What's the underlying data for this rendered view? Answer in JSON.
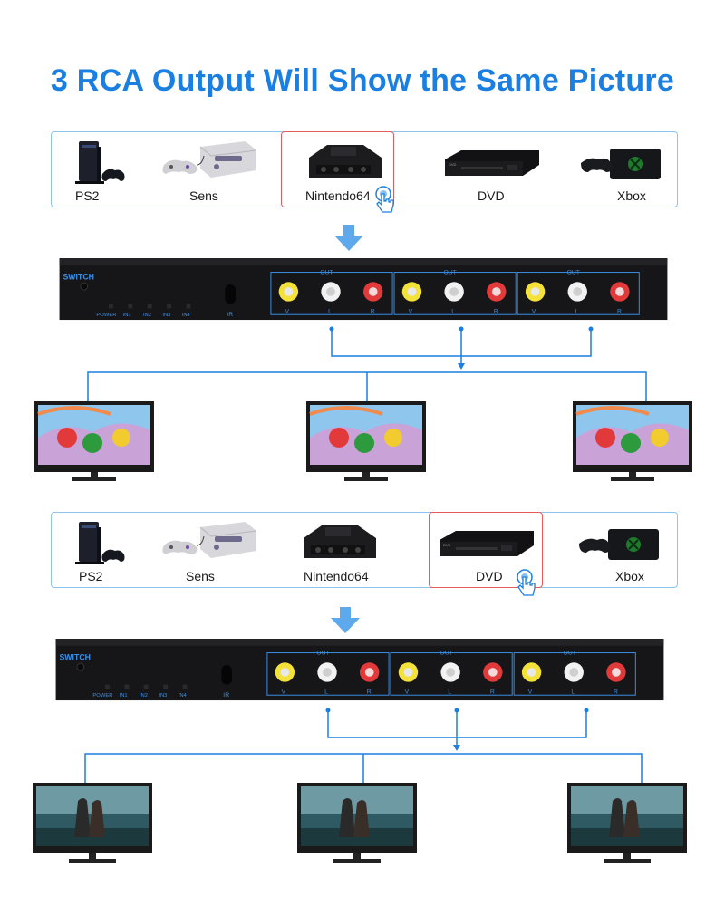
{
  "title": "3 RCA Output Will Show the Same Picture",
  "panels": [
    {
      "sources": [
        {
          "label": "PS2",
          "icon": "ps2-console-icon"
        },
        {
          "label": "Sens",
          "icon": "snes-console-icon"
        },
        {
          "label": "Nintendo64",
          "icon": "n64-console-icon"
        },
        {
          "label": "DVD",
          "icon": "dvd-player-icon"
        },
        {
          "label": "Xbox",
          "icon": "xbox-console-icon"
        }
      ],
      "selected": "Nintendo64",
      "tv_picture": "mario-party-scene"
    },
    {
      "sources": [
        {
          "label": "PS2",
          "icon": "ps2-console-icon"
        },
        {
          "label": "Sens",
          "icon": "snes-console-icon"
        },
        {
          "label": "Nintendo64",
          "icon": "n64-console-icon"
        },
        {
          "label": "DVD",
          "icon": "dvd-player-icon"
        },
        {
          "label": "Xbox",
          "icon": "xbox-console-icon"
        }
      ],
      "selected": "DVD",
      "tv_picture": "movie-scene"
    }
  ],
  "switch": {
    "brand": "SWITCH",
    "buttons": [
      "POWER",
      "IN1",
      "IN2",
      "IN3",
      "IN4"
    ],
    "ir_label": "IR",
    "out_label": "OUT",
    "jack_labels": [
      "V",
      "L",
      "R"
    ]
  },
  "colors": {
    "accent": "#1a7fe0",
    "box_border": "#8cc6ef",
    "selection": "#e45c5c",
    "device_body": "#222222",
    "jack_yellow": "#f4e23a",
    "jack_white": "#f2f2f2",
    "jack_red": "#e23a3a"
  }
}
